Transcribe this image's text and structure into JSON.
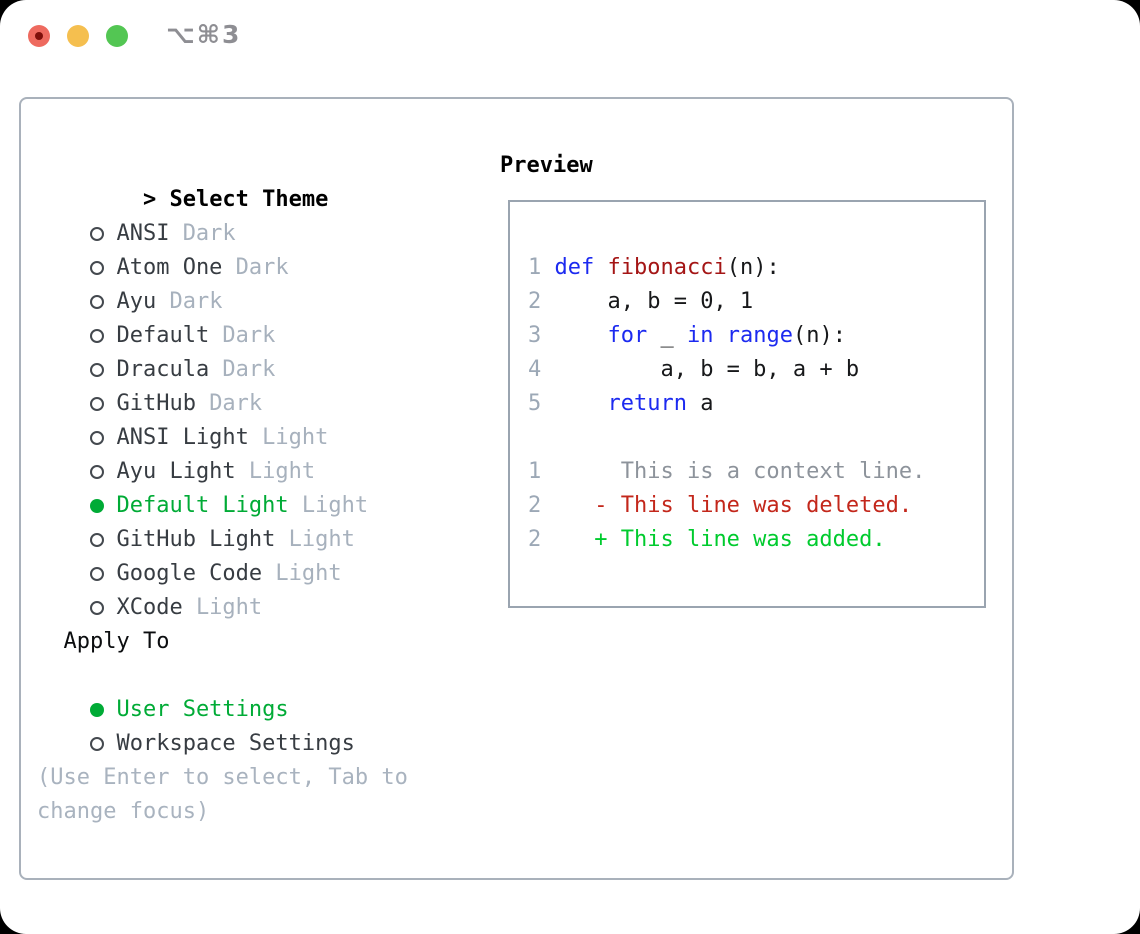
{
  "window": {
    "title": "⌥⌘3",
    "traffic_lights": [
      "close",
      "minimize",
      "zoom"
    ]
  },
  "theme_panel": {
    "prompt": ">",
    "title": "Select Theme",
    "items": [
      {
        "name": "ANSI",
        "tag": "Dark",
        "selected": false
      },
      {
        "name": "Atom One",
        "tag": "Dark",
        "selected": false
      },
      {
        "name": "Ayu",
        "tag": "Dark",
        "selected": false
      },
      {
        "name": "Default",
        "tag": "Dark",
        "selected": false
      },
      {
        "name": "Dracula",
        "tag": "Dark",
        "selected": false
      },
      {
        "name": "GitHub",
        "tag": "Dark",
        "selected": false
      },
      {
        "name": "ANSI Light",
        "tag": "Light",
        "selected": false
      },
      {
        "name": "Ayu Light",
        "tag": "Light",
        "selected": false
      },
      {
        "name": "Default Light",
        "tag": "Light",
        "selected": true
      },
      {
        "name": "GitHub Light",
        "tag": "Light",
        "selected": false
      },
      {
        "name": "Google Code",
        "tag": "Light",
        "selected": false
      },
      {
        "name": "XCode",
        "tag": "Light",
        "selected": false
      }
    ],
    "apply_to": {
      "title": "Apply To",
      "options": [
        {
          "name": "User Settings",
          "selected": true
        },
        {
          "name": "Workspace Settings",
          "selected": false
        }
      ]
    },
    "help_lines": [
      "(Use Enter to select, Tab to",
      "change focus)"
    ]
  },
  "preview": {
    "title": "Preview",
    "code_lines": [
      [
        {
          "t": "1",
          "c": "num"
        },
        {
          "t": " ",
          "c": "plain"
        },
        {
          "t": "def",
          "c": "kw"
        },
        {
          "t": " ",
          "c": "plain"
        },
        {
          "t": "fibonacci",
          "c": "fn"
        },
        {
          "t": "(n):",
          "c": "plain"
        }
      ],
      [
        {
          "t": "2",
          "c": "num"
        },
        {
          "t": "     a, b = 0, 1",
          "c": "plain"
        }
      ],
      [
        {
          "t": "3",
          "c": "num"
        },
        {
          "t": "     ",
          "c": "plain"
        },
        {
          "t": "for",
          "c": "kw"
        },
        {
          "t": " _ ",
          "c": "plain"
        },
        {
          "t": "in",
          "c": "kw"
        },
        {
          "t": " ",
          "c": "plain"
        },
        {
          "t": "range",
          "c": "kw"
        },
        {
          "t": "(n):",
          "c": "plain"
        }
      ],
      [
        {
          "t": "4",
          "c": "num"
        },
        {
          "t": "         a, b = b, a + b",
          "c": "plain"
        }
      ],
      [
        {
          "t": "5",
          "c": "num"
        },
        {
          "t": "     ",
          "c": "plain"
        },
        {
          "t": "return",
          "c": "kw"
        },
        {
          "t": " a",
          "c": "plain"
        }
      ],
      [],
      [
        {
          "t": "1",
          "c": "num"
        },
        {
          "t": "      ",
          "c": "plain"
        },
        {
          "t": "This is a context line.",
          "c": "ctx"
        }
      ],
      [
        {
          "t": "2",
          "c": "num"
        },
        {
          "t": "    ",
          "c": "plain"
        },
        {
          "t": "- This line was deleted.",
          "c": "del"
        }
      ],
      [
        {
          "t": "2",
          "c": "num"
        },
        {
          "t": "    ",
          "c": "plain"
        },
        {
          "t": "+ This line was added.",
          "c": "add"
        }
      ]
    ]
  },
  "colors": {
    "selected_green": "#00ab36",
    "tag_gray": "#a7b1bd",
    "help_gray": "#a9b3bf",
    "keyword_blue": "#1c2af0",
    "function_red": "#a41515",
    "line_number_gray": "#9ca8b6",
    "context_gray": "#8d939b",
    "diff_deleted_red": "#c3271b",
    "diff_added_green": "#00cb2e",
    "panel_border": "#a9b1bb",
    "traffic_red": "#ee6a5f",
    "traffic_yellow": "#f5bf4f",
    "traffic_green": "#53c653"
  }
}
